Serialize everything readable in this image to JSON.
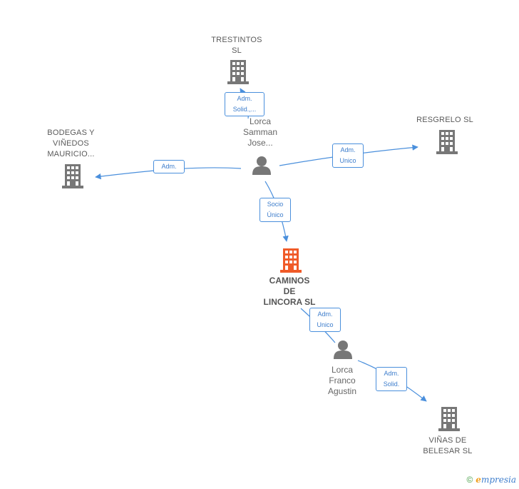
{
  "nodes": {
    "trestintos": "TRESTINTOS\nSL",
    "bodegas": "BODEGAS Y\nVIÑEDOS\nMAURICIO...",
    "resgrelo": "RESGRELO SL",
    "lorca_samman": "Lorca\nSamman\nJose...",
    "caminos": "CAMINOS\nDE\nLINCORA  SL",
    "lorca_franco": "Lorca\nFranco\nAgustin",
    "vinas": "VIÑAS DE\nBELESAR  SL"
  },
  "edges": {
    "adm_solid_trestintos": "Adm.\nSolid.,...",
    "adm_bodegas": "Adm.",
    "adm_unico_resgrelo": "Adm.\nUnico",
    "socio_unico": "Socio\nÚnico",
    "adm_unico_caminos": "Adm.\nUnico",
    "adm_solid_vinas": "Adm.\nSolid."
  },
  "colors": {
    "edge": "#4a8fdc",
    "node_gray": "#777777",
    "focus_orange": "#f05a28"
  },
  "brand": {
    "copyright": "©",
    "e": "e",
    "name": "mpresia"
  }
}
